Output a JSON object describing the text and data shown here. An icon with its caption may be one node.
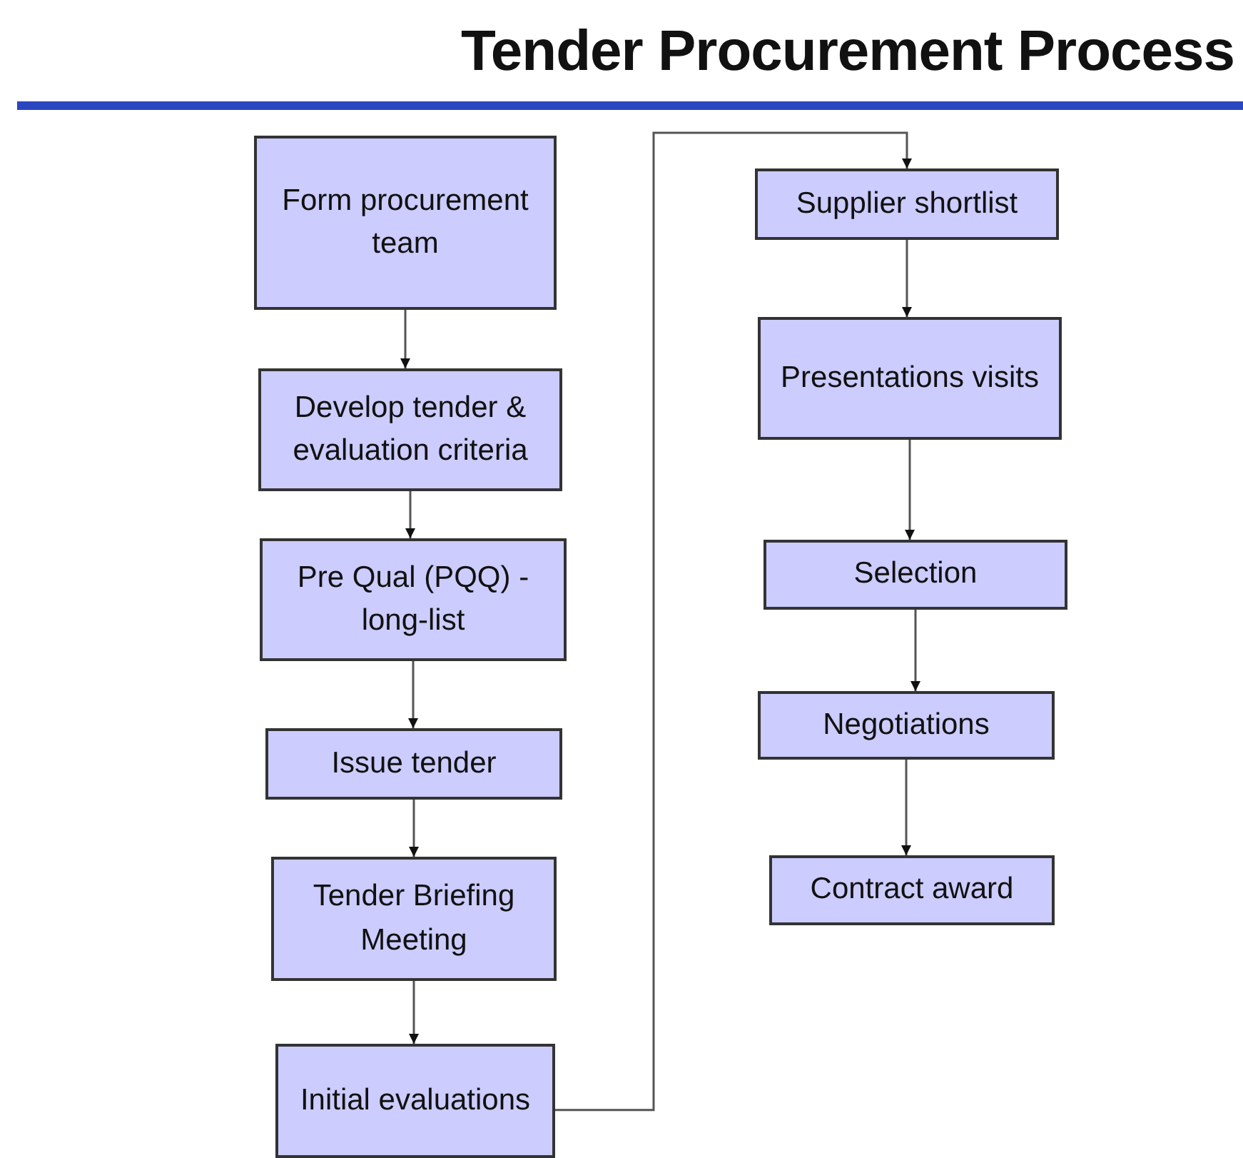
{
  "diagram": {
    "title": "Tender Procurement Process",
    "nodes": [
      {
        "text": [
          "Form procurement team"
        ]
      },
      {
        "text": [
          "Develop tender & evaluation criteria"
        ]
      },
      {
        "text": [
          "Pre Qual (PQQ) - long-list"
        ]
      },
      {
        "text": [
          "Issue tender"
        ]
      },
      {
        "text": [
          "Tender Briefing Meeting"
        ]
      },
      {
        "text": [
          "Initial evaluations"
        ]
      },
      {
        "text": [
          "Supplier shortlist"
        ]
      },
      {
        "text": [
          "Presentations visits"
        ]
      },
      {
        "text": [
          "Selection"
        ]
      },
      {
        "text": [
          "Negotiations"
        ]
      },
      {
        "text": [
          "Contract award"
        ]
      }
    ],
    "edges": [
      {
        "from": 0,
        "to": 1,
        "arrow": "to"
      },
      {
        "from": 1,
        "to": 2,
        "arrow": "to"
      },
      {
        "from": 2,
        "to": 3,
        "arrow": "to"
      },
      {
        "from": 3,
        "to": 4,
        "arrow": "to"
      },
      {
        "from": 4,
        "to": 5,
        "arrow": "to"
      },
      {
        "from": 5,
        "to": 6,
        "arrow": "to"
      },
      {
        "from": 6,
        "to": 7,
        "arrow": "to"
      },
      {
        "from": 7,
        "to": 8,
        "arrow": "to"
      },
      {
        "from": 8,
        "to": 9,
        "arrow": "to"
      },
      {
        "from": 9,
        "to": 10,
        "arrow": "to"
      }
    ]
  }
}
